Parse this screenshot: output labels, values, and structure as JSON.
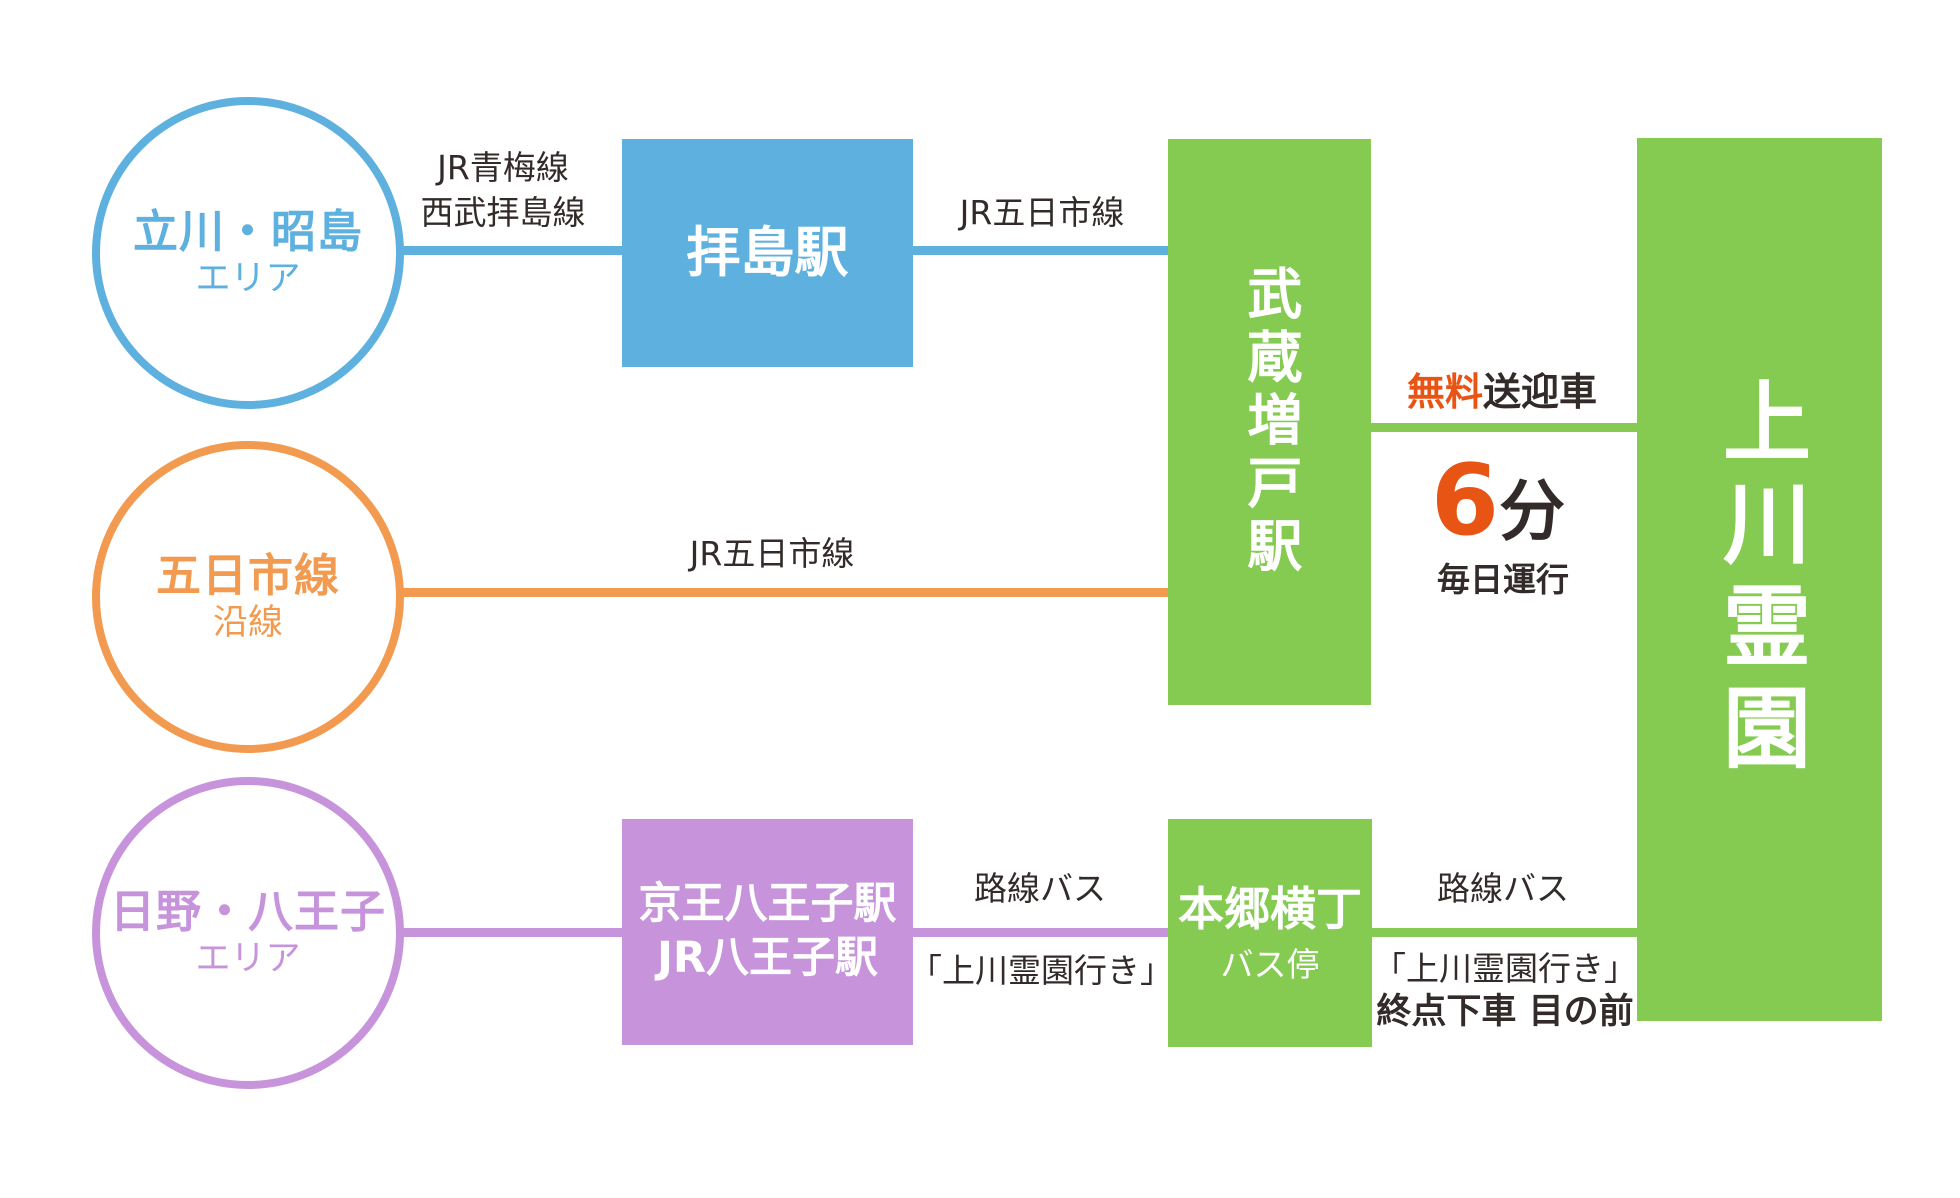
{
  "palette": {
    "blue": "#5EB1DF",
    "green": "#85CB52",
    "orange": "#F29B50",
    "purple": "#C794DC",
    "accent_red_orange": "#E85414",
    "text_dark": "#322B29"
  },
  "areas": [
    {
      "name": "立川・昭島",
      "suffix": "エリア",
      "color": "#5EB1DF"
    },
    {
      "name": "五日市線",
      "suffix": "沿線",
      "color": "#F29B50"
    },
    {
      "name": "日野・八王子",
      "suffix": "エリア",
      "color": "#C794DC"
    }
  ],
  "stations": {
    "haijima": "拝島駅",
    "musashi_masuko": "武蔵増戸駅",
    "hachioji_line1": "京王八王子駅",
    "hachioji_line2": "JR八王子駅",
    "hongo_yokocho": "本郷横丁",
    "hongo_suffix": "バス停",
    "kamikawa": "上川霊園"
  },
  "route_labels": {
    "ome_line": "JR青梅線",
    "seibu_haijima_line": "西武拝島線",
    "itsukaichi_line_top": "JR五日市線",
    "itsukaichi_line_mid": "JR五日市線",
    "rosen_bus_left": "路線バス",
    "kamikawa_bound_left": "「上川霊園行き」",
    "rosen_bus_right": "路線バス",
    "kamikawa_bound_right": "「上川霊園行き」",
    "terminal_note": "終点下車 目の前"
  },
  "shuttle": {
    "free": "無料",
    "vehicle": "送迎車",
    "minutes": "6",
    "unit": "分",
    "schedule": "毎日運行"
  }
}
